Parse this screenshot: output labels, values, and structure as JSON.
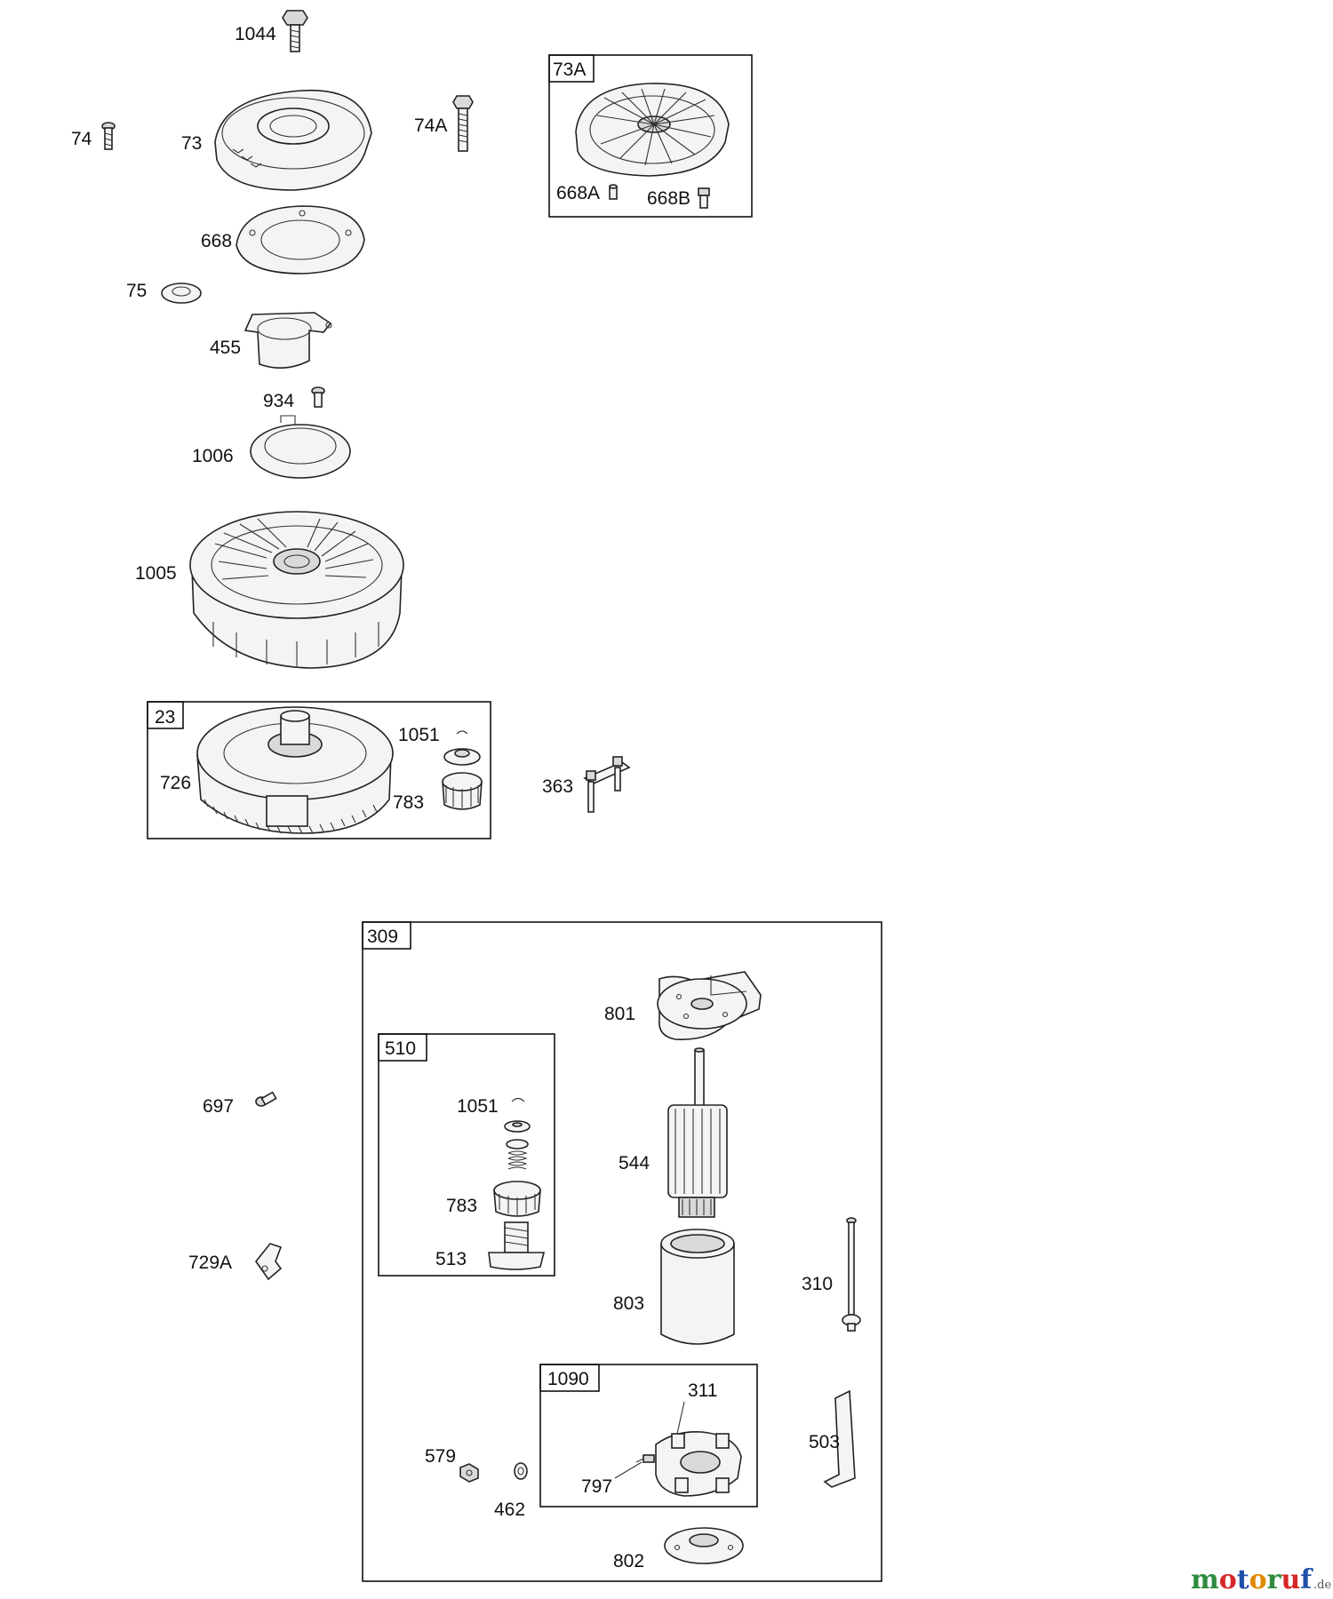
{
  "diagram": {
    "labels": {
      "p1044": "1044",
      "p74": "74",
      "p73": "73",
      "p74A": "74A",
      "p668": "668",
      "p75": "75",
      "p455": "455",
      "p934": "934",
      "p1006": "1006",
      "p1005": "1005",
      "p1051a": "1051",
      "p726": "726",
      "p783a": "783",
      "p363": "363",
      "p801": "801",
      "p697": "697",
      "p1051b": "1051",
      "p544": "544",
      "p783b": "783",
      "p513": "513",
      "p729A": "729A",
      "p310": "310",
      "p803": "803",
      "p311": "311",
      "p579": "579",
      "p797": "797",
      "p503": "503",
      "p462": "462",
      "p802": "802",
      "p668A": "668A",
      "p668B": "668B"
    },
    "boxes": {
      "b73A": "73A",
      "b23": "23",
      "b309": "309",
      "b510": "510",
      "b1090": "1090"
    }
  },
  "watermark": {
    "brand": "motoruf",
    "suffix": ".de",
    "colors": [
      "#2e8b3e",
      "#d62828",
      "#1f4fa8",
      "#e08a00",
      "#2e8b3e",
      "#d62828",
      "#1f4fa8"
    ]
  }
}
